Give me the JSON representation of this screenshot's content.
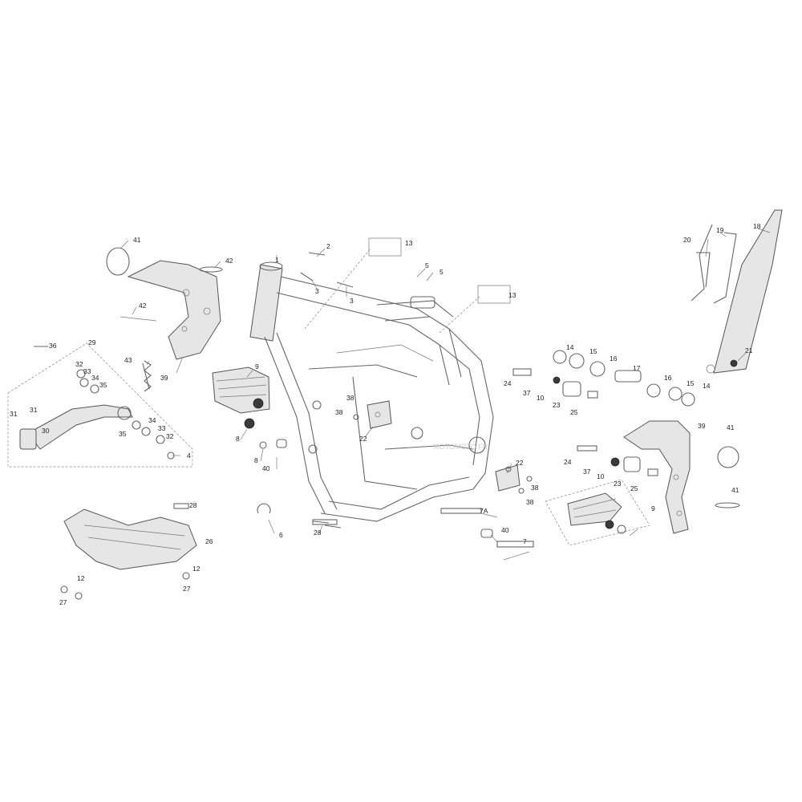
{
  "callouts": {
    "c1": "1",
    "c2": "2",
    "c3a": "3",
    "c3b": "3",
    "c4": "4",
    "c5a": "5",
    "c5b": "5",
    "c6": "6",
    "c7": "7",
    "c7a": "7A",
    "c8a": "8",
    "c8b": "8",
    "c9a": "9",
    "c9b": "9",
    "c10a": "10",
    "c10b": "10",
    "c12a": "12",
    "c12b": "12",
    "c13a": "13",
    "c13b": "13",
    "c14a": "14",
    "c14b": "14",
    "c15a": "15",
    "c15b": "15",
    "c16a": "16",
    "c16b": "16",
    "c17": "17",
    "c18": "18",
    "c19": "19",
    "c20": "20",
    "c21": "21",
    "c22a": "22",
    "c22b": "22",
    "c23a": "23",
    "c23b": "23",
    "c24a": "24",
    "c24b": "24",
    "c25a": "25",
    "c25b": "25",
    "c26": "26",
    "c27a": "27",
    "c27b": "27",
    "c28a": "28",
    "c28b": "28",
    "c29": "29",
    "c30": "30",
    "c31a": "31",
    "c31b": "31",
    "c32a": "32",
    "c32b": "32",
    "c33a": "33",
    "c33b": "33",
    "c34a": "34",
    "c34b": "34",
    "c35a": "35",
    "c35b": "35",
    "c36": "36",
    "c37a": "37",
    "c37b": "37",
    "c38a": "38",
    "c38b": "38",
    "c38c": "38",
    "c38d": "38",
    "c39a": "39",
    "c39b": "39",
    "c40a": "40",
    "c40b": "40",
    "c41a": "41",
    "c41b": "41",
    "c41c": "41",
    "c42a": "42",
    "c42b": "42",
    "c43": "43"
  },
  "watermark": "MOTOMOTO.FR",
  "colors": {
    "line": "#666666",
    "label": "#222222",
    "fill": "#e6e6e6",
    "background": "#ffffff"
  }
}
